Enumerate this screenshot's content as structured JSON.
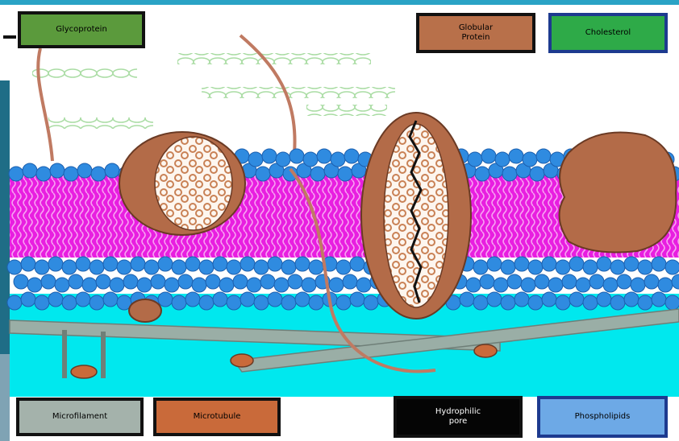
{
  "labels": {
    "glycoprotein": "Glycoprotein",
    "globular_protein": "Globular\nProtein",
    "cholesterol": "Cholesterol",
    "microfilament": "Microfilament",
    "microtubule": "Microtubule",
    "hydrophilic_pore": "Hydrophilic\npore",
    "phospholipids": "Phospholipids"
  },
  "colors": {
    "glycoprotein_bg": "#5b9a3c",
    "globular_bg": "#b8704a",
    "cholesterol_bg": "#2eaa48",
    "microfilament_bg": "#a4b2ab",
    "microtubule_bg": "#c96a3a",
    "pore_bg": "#050505",
    "phospholipids_bg": "#6da9e6",
    "head_blue": "#2f8be0",
    "tail_magenta": "#e81ee0",
    "cytoplasm_cyan": "#00e8ee",
    "protein_brown": "#b36b48",
    "filament_gray": "#9aaea6",
    "slide_teal": "#1f6d86"
  }
}
